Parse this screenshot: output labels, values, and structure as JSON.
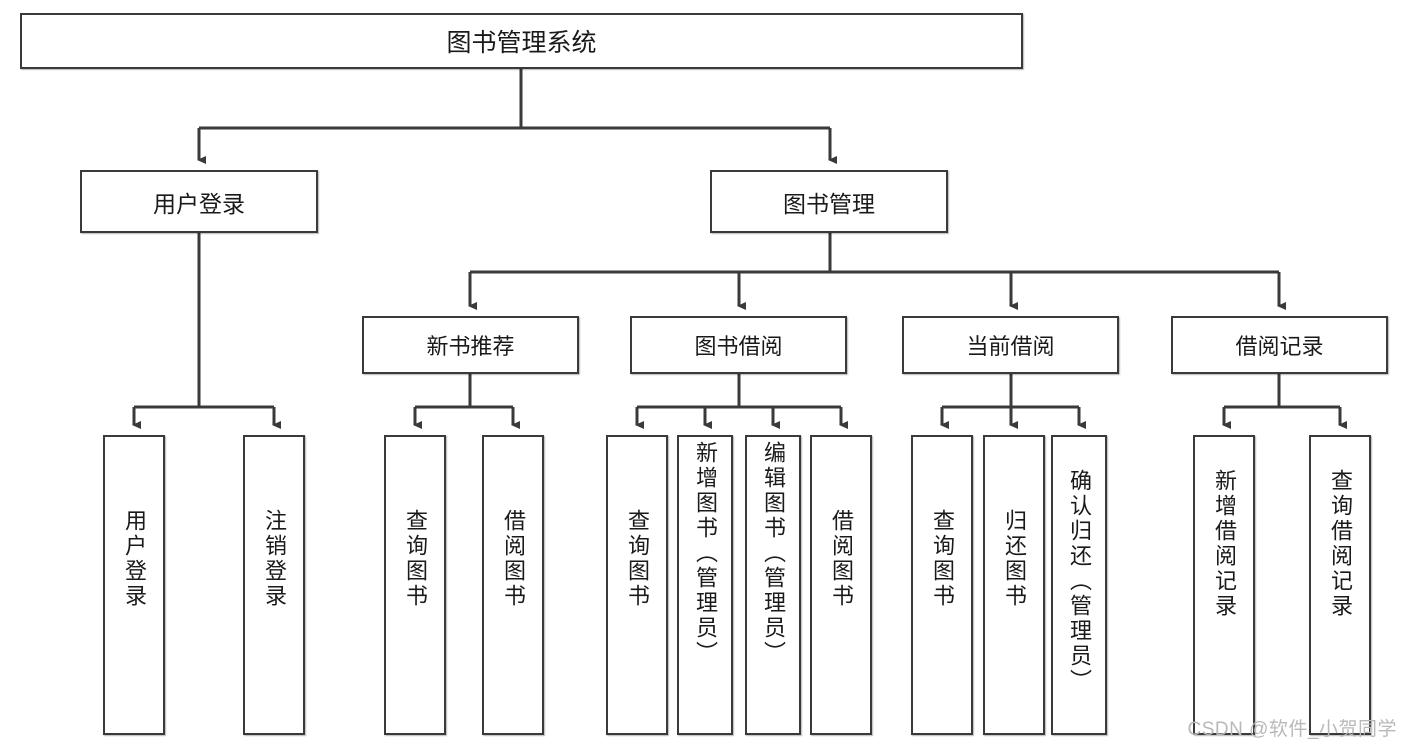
{
  "diagram": {
    "title": "图书管理系统",
    "root": {
      "label": "图书管理系统"
    },
    "level1": [
      {
        "label": "用户登录"
      },
      {
        "label": "图书管理"
      }
    ],
    "level2": [
      {
        "label": "新书推荐"
      },
      {
        "label": "图书借阅"
      },
      {
        "label": "当前借阅"
      },
      {
        "label": "借阅记录"
      }
    ],
    "leaves": [
      {
        "label": "用户登录"
      },
      {
        "label": "注销登录"
      },
      {
        "label": "查询图书"
      },
      {
        "label": "借阅图书"
      },
      {
        "label": "查询图书"
      },
      {
        "label": "新增图书（管理员）"
      },
      {
        "label": "编辑图书（管理员）"
      },
      {
        "label": "借阅图书"
      },
      {
        "label": "查询图书"
      },
      {
        "label": "归还图书"
      },
      {
        "label": "确认归还（管理员）"
      },
      {
        "label": "新增借阅记录"
      },
      {
        "label": "查询借阅记录"
      }
    ],
    "watermark": "CSDN @软件_小贺同学",
    "colors": {
      "stroke": "#3a3a3a",
      "background": "#ffffff",
      "text": "#1a1a1a",
      "watermark": "#b9b9b9"
    }
  }
}
